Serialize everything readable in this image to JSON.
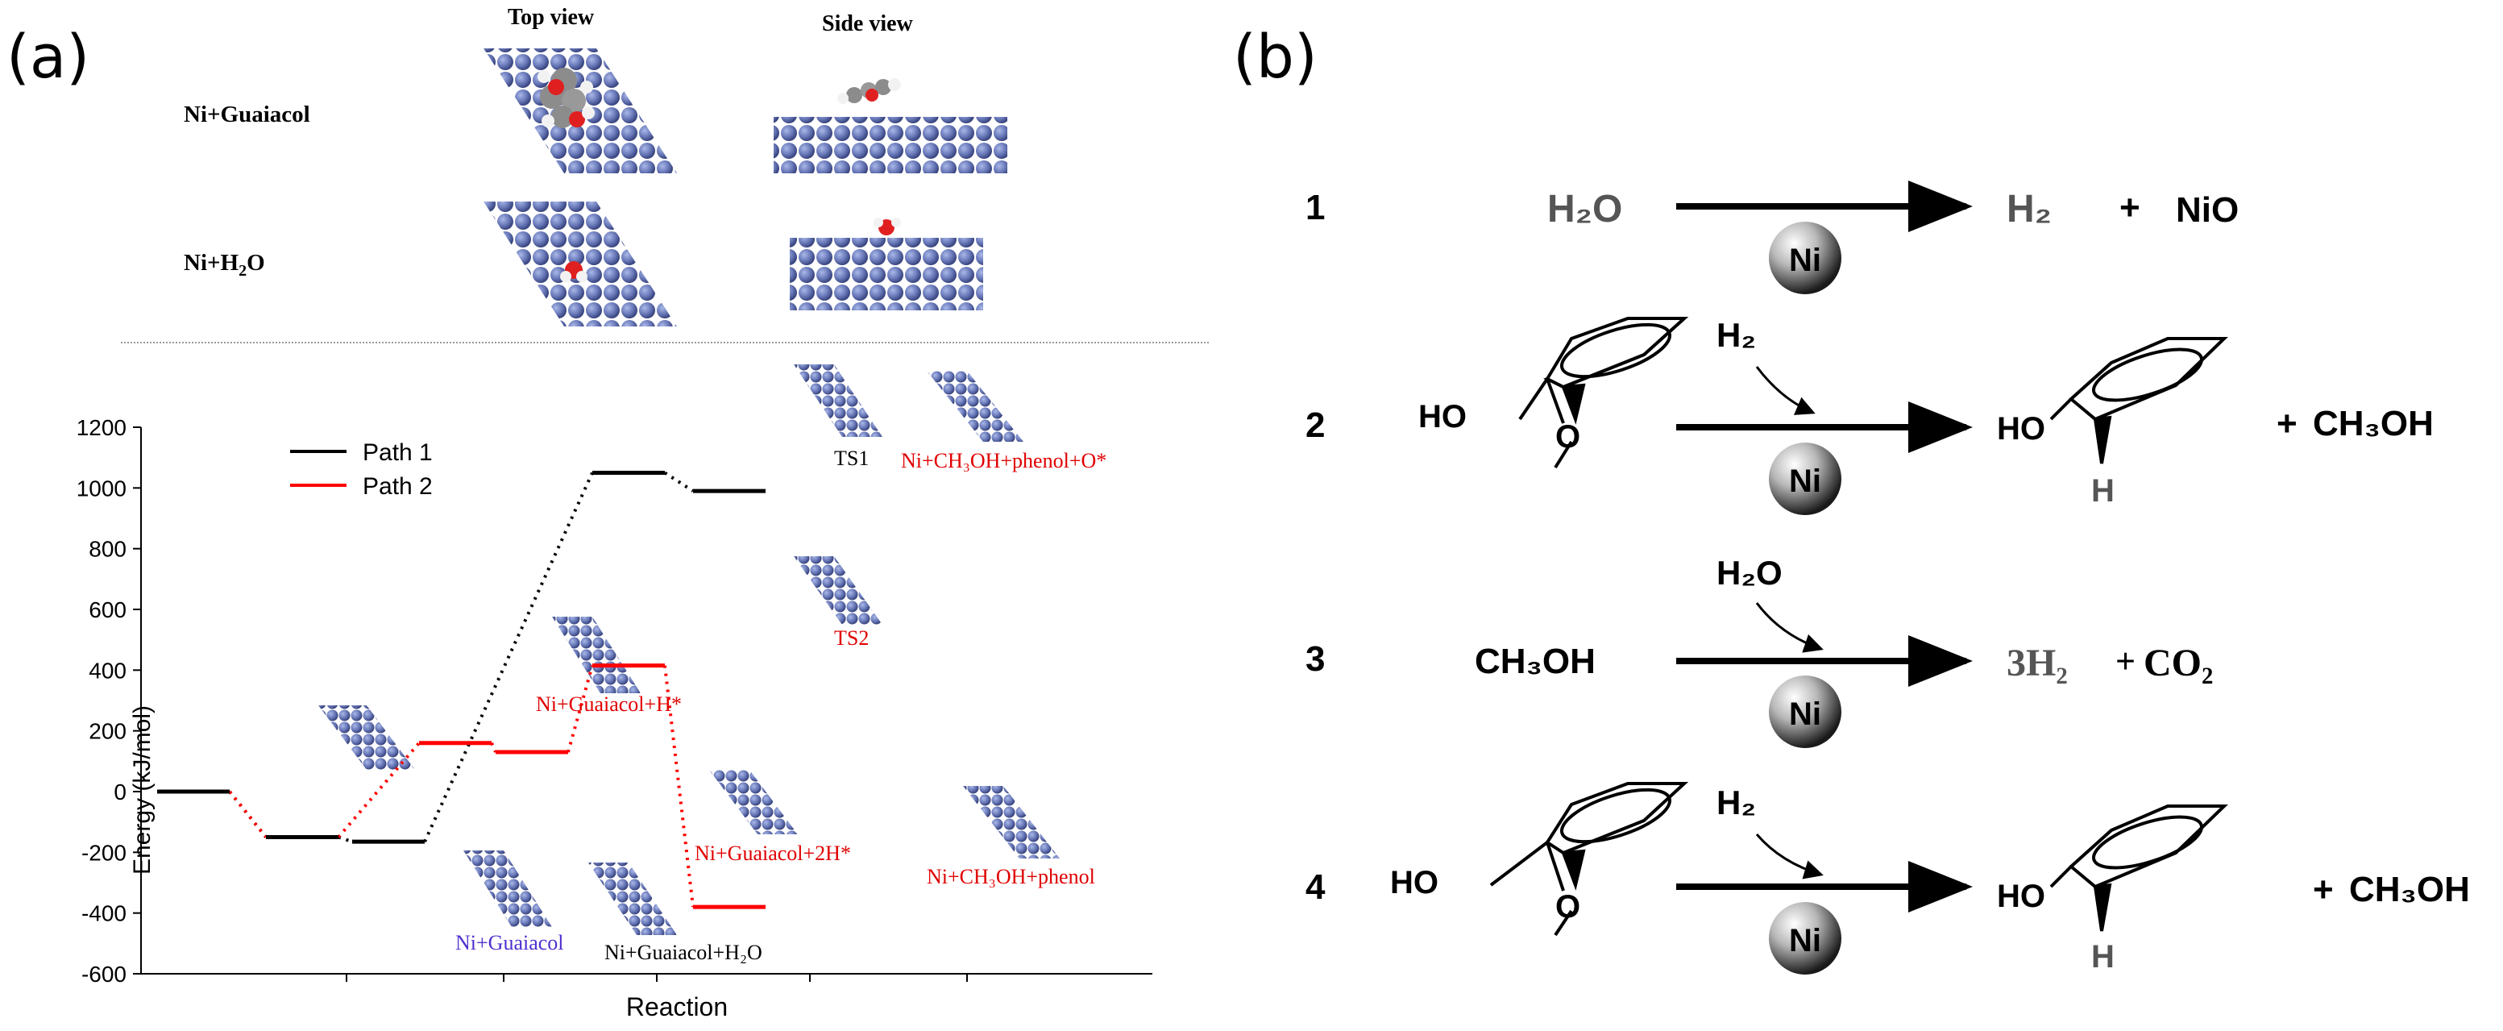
{
  "panel_a": {
    "label": "(a)",
    "top_view_title": "Top view",
    "side_view_title": "Side view",
    "row1_label": "Ni+Guaiacol",
    "row2_label_prefix": "Ni+H",
    "row2_label_sub": "2",
    "row2_label_suffix": "O"
  },
  "chart_data": {
    "type": "line",
    "xlabel": "Reaction",
    "ylabel": "Energy (kJ/mol)",
    "ylim": [
      -600,
      1200
    ],
    "yticks": [
      -600,
      -400,
      -200,
      0,
      200,
      400,
      600,
      800,
      1000,
      1200
    ],
    "legend_placement": "top-left",
    "colors": {
      "path1": "#000000",
      "path2": "#ff0000",
      "ni_guaiacol_label": "#5030d0"
    },
    "series": [
      {
        "name": "Path 1",
        "stages": [
          0,
          1,
          2,
          5,
          6
        ],
        "values": [
          0,
          -150,
          -165,
          1050,
          990
        ]
      },
      {
        "name": "Path 2",
        "stages": [
          0,
          1,
          3,
          4,
          5,
          6
        ],
        "values": [
          0,
          -150,
          160,
          130,
          415,
          -380
        ]
      }
    ],
    "annotations": [
      {
        "text": "Ni+Guaiacol",
        "stage": 1
      },
      {
        "text": "Ni+Guaiacol+H₂O",
        "stage": 2
      },
      {
        "text": "Ni+Guaiacol+H*",
        "stage": 3
      },
      {
        "text": "Ni+Guaiacol+2H*",
        "stage": 4
      },
      {
        "text": "TS1",
        "stage": 5
      },
      {
        "text": "TS2",
        "stage": 5
      },
      {
        "text": "Ni+CH₃OH+phenol+O*",
        "stage": 6
      },
      {
        "text": "Ni+CH₃OH+phenol",
        "stage": 6
      }
    ]
  },
  "panel_b": {
    "label": "(b)",
    "catalyst": "Ni",
    "steps": [
      {
        "num": "1",
        "reactant": "H₂O",
        "product1": "H₂",
        "plus": "+",
        "product2": "NiO"
      },
      {
        "num": "2",
        "reagent": "H₂",
        "reactant_ho": "HO",
        "reactant_o": "O",
        "product_ho": "HO",
        "product_h": "H",
        "plus": "+",
        "product2": "CH₃OH"
      },
      {
        "num": "3",
        "reagent": "H₂O",
        "reactant": "CH₃OH",
        "product1": "3H₂",
        "plus": "+",
        "product2": "CO₂"
      },
      {
        "num": "4",
        "reagent": "H₂",
        "reactant_ho": "HO",
        "reactant_o": "O",
        "product_ho": "HO",
        "product_h": "H",
        "plus": "+",
        "product2": "CH₃OH"
      }
    ]
  }
}
